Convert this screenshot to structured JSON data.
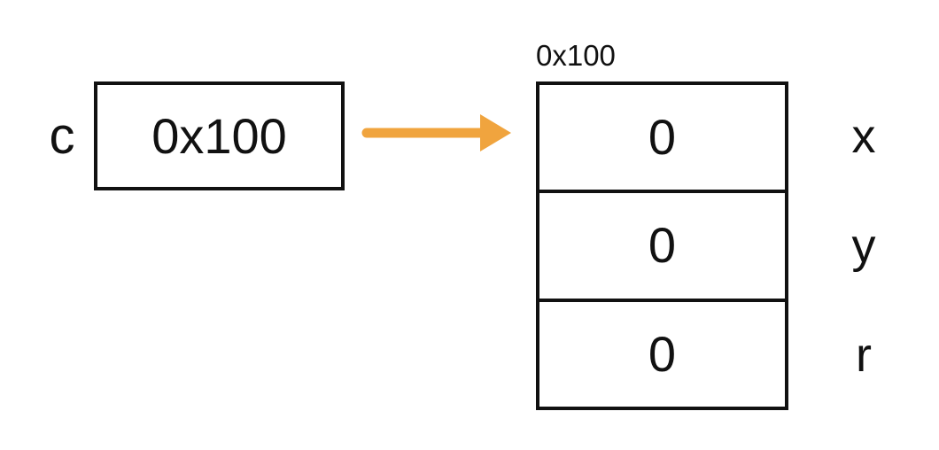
{
  "diagram": {
    "pointer": {
      "label": "c",
      "value": "0x100"
    },
    "object": {
      "address": "0x100",
      "fields": [
        {
          "name": "x",
          "value": "0"
        },
        {
          "name": "y",
          "value": "0"
        },
        {
          "name": "r",
          "value": "0"
        }
      ]
    },
    "arrow_color": "#F0A43E",
    "ink_color": "#111111"
  }
}
